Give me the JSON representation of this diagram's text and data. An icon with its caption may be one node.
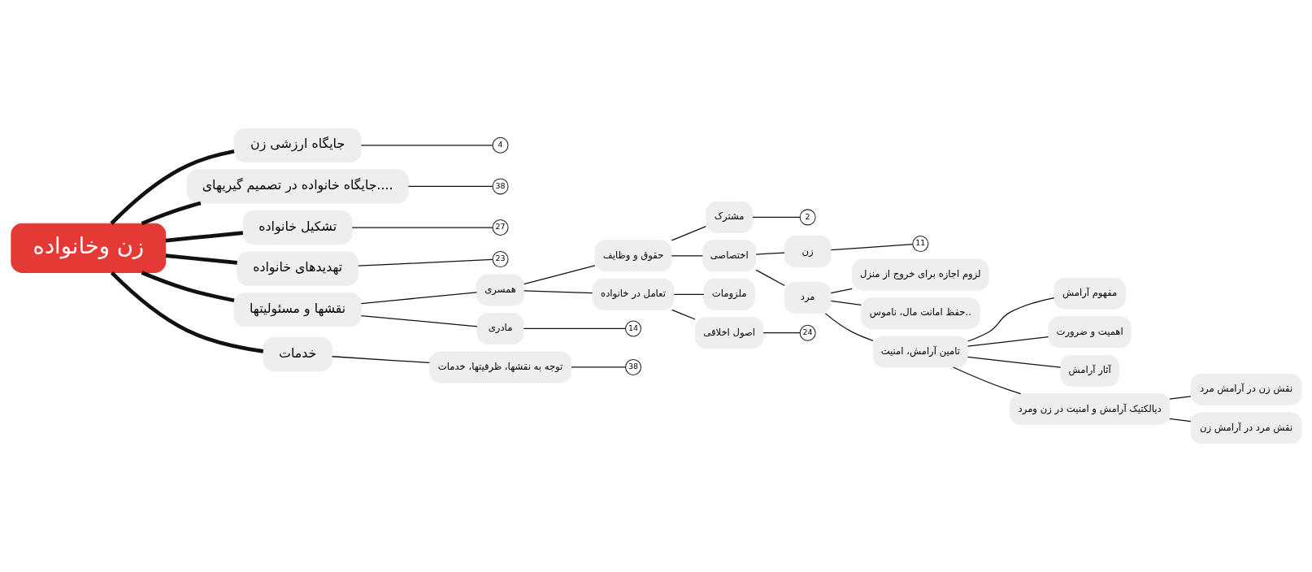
{
  "diagram": {
    "nodes": [
      {
        "text": [
          "زن وخانواده"
        ]
      },
      {
        "text": [
          "جایگاه ارزشی زن"
        ]
      },
      {
        "text": [
          "4"
        ]
      },
      {
        "text": [
          "جایگاه خانواده در تصمیم گیریهای...."
        ]
      },
      {
        "text": [
          "38"
        ]
      },
      {
        "text": [
          "تشکیل خانواده"
        ]
      },
      {
        "text": [
          "27"
        ]
      },
      {
        "text": [
          "تهدیدهای خانواده"
        ]
      },
      {
        "text": [
          "23"
        ]
      },
      {
        "text": [
          "نقشها و مسئولیتها"
        ]
      },
      {
        "text": [
          "همسری"
        ]
      },
      {
        "text": [
          "حقوق و وظایف"
        ]
      },
      {
        "text": [
          "مشترک"
        ]
      },
      {
        "text": [
          "2"
        ]
      },
      {
        "text": [
          "اختصاصی"
        ]
      },
      {
        "text": [
          "زن"
        ]
      },
      {
        "text": [
          "11"
        ]
      },
      {
        "text": [
          "مرد"
        ]
      },
      {
        "text": [
          "لزوم اجازه برای خروج از منزل"
        ]
      },
      {
        "text": [
          "حفظ امانت مال، ناموس.."
        ]
      },
      {
        "text": [
          "تامین آرامش، امنیت"
        ]
      },
      {
        "text": [
          "مفهوم آرامش"
        ]
      },
      {
        "text": [
          "اهمیت و ضرورت"
        ]
      },
      {
        "text": [
          "آثار آرامش"
        ]
      },
      {
        "text": [
          "دیالکتیک آرامش و امنیت در زن ومرد"
        ]
      },
      {
        "text": [
          "نقش زن در آرامش مرد"
        ]
      },
      {
        "text": [
          "نقش مرد در آرامش زن"
        ]
      },
      {
        "text": [
          "تعامل در خانواده"
        ]
      },
      {
        "text": [
          "ملزومات"
        ]
      },
      {
        "text": [
          "اصول اخلاقی"
        ]
      },
      {
        "text": [
          "24"
        ]
      },
      {
        "text": [
          "مادری"
        ]
      },
      {
        "text": [
          "14"
        ]
      },
      {
        "text": [
          "خدمات"
        ]
      },
      {
        "text": [
          "توجه به نقشها، ظرفیتها، خدمات"
        ]
      },
      {
        "text": [
          "38"
        ]
      }
    ],
    "edges": [
      {
        "from": 0,
        "to": 1,
        "arrow": "none",
        "style": "thick"
      },
      {
        "from": 1,
        "to": 2,
        "arrow": "none"
      },
      {
        "from": 0,
        "to": 3,
        "arrow": "none",
        "style": "thick"
      },
      {
        "from": 3,
        "to": 4,
        "arrow": "none"
      },
      {
        "from": 0,
        "to": 5,
        "arrow": "none",
        "style": "thick"
      },
      {
        "from": 5,
        "to": 6,
        "arrow": "none"
      },
      {
        "from": 0,
        "to": 7,
        "arrow": "none",
        "style": "thick"
      },
      {
        "from": 7,
        "to": 8,
        "arrow": "none"
      },
      {
        "from": 0,
        "to": 9,
        "arrow": "none",
        "style": "thick"
      },
      {
        "from": 9,
        "to": 10,
        "arrow": "none"
      },
      {
        "from": 10,
        "to": 11,
        "arrow": "none"
      },
      {
        "from": 11,
        "to": 12,
        "arrow": "none"
      },
      {
        "from": 12,
        "to": 13,
        "arrow": "none"
      },
      {
        "from": 11,
        "to": 14,
        "arrow": "none"
      },
      {
        "from": 14,
        "to": 15,
        "arrow": "none"
      },
      {
        "from": 15,
        "to": 16,
        "arrow": "none"
      },
      {
        "from": 14,
        "to": 17,
        "arrow": "none"
      },
      {
        "from": 17,
        "to": 18,
        "arrow": "none"
      },
      {
        "from": 17,
        "to": 19,
        "arrow": "none"
      },
      {
        "from": 17,
        "to": 20,
        "arrow": "none"
      },
      {
        "from": 20,
        "to": 21,
        "arrow": "none"
      },
      {
        "from": 20,
        "to": 22,
        "arrow": "none"
      },
      {
        "from": 20,
        "to": 23,
        "arrow": "none"
      },
      {
        "from": 20,
        "to": 24,
        "arrow": "none"
      },
      {
        "from": 24,
        "to": 25,
        "arrow": "none"
      },
      {
        "from": 24,
        "to": 26,
        "arrow": "none"
      },
      {
        "from": 10,
        "to": 27,
        "arrow": "none"
      },
      {
        "from": 27,
        "to": 28,
        "arrow": "none"
      },
      {
        "from": 27,
        "to": 29,
        "arrow": "none"
      },
      {
        "from": 29,
        "to": 30,
        "arrow": "none"
      },
      {
        "from": 9,
        "to": 31,
        "arrow": "none"
      },
      {
        "from": 31,
        "to": 32,
        "arrow": "none"
      },
      {
        "from": 0,
        "to": 33,
        "arrow": "none",
        "style": "thick"
      },
      {
        "from": 33,
        "to": 34,
        "arrow": "none"
      },
      {
        "from": 34,
        "to": 35,
        "arrow": "none"
      }
    ]
  }
}
